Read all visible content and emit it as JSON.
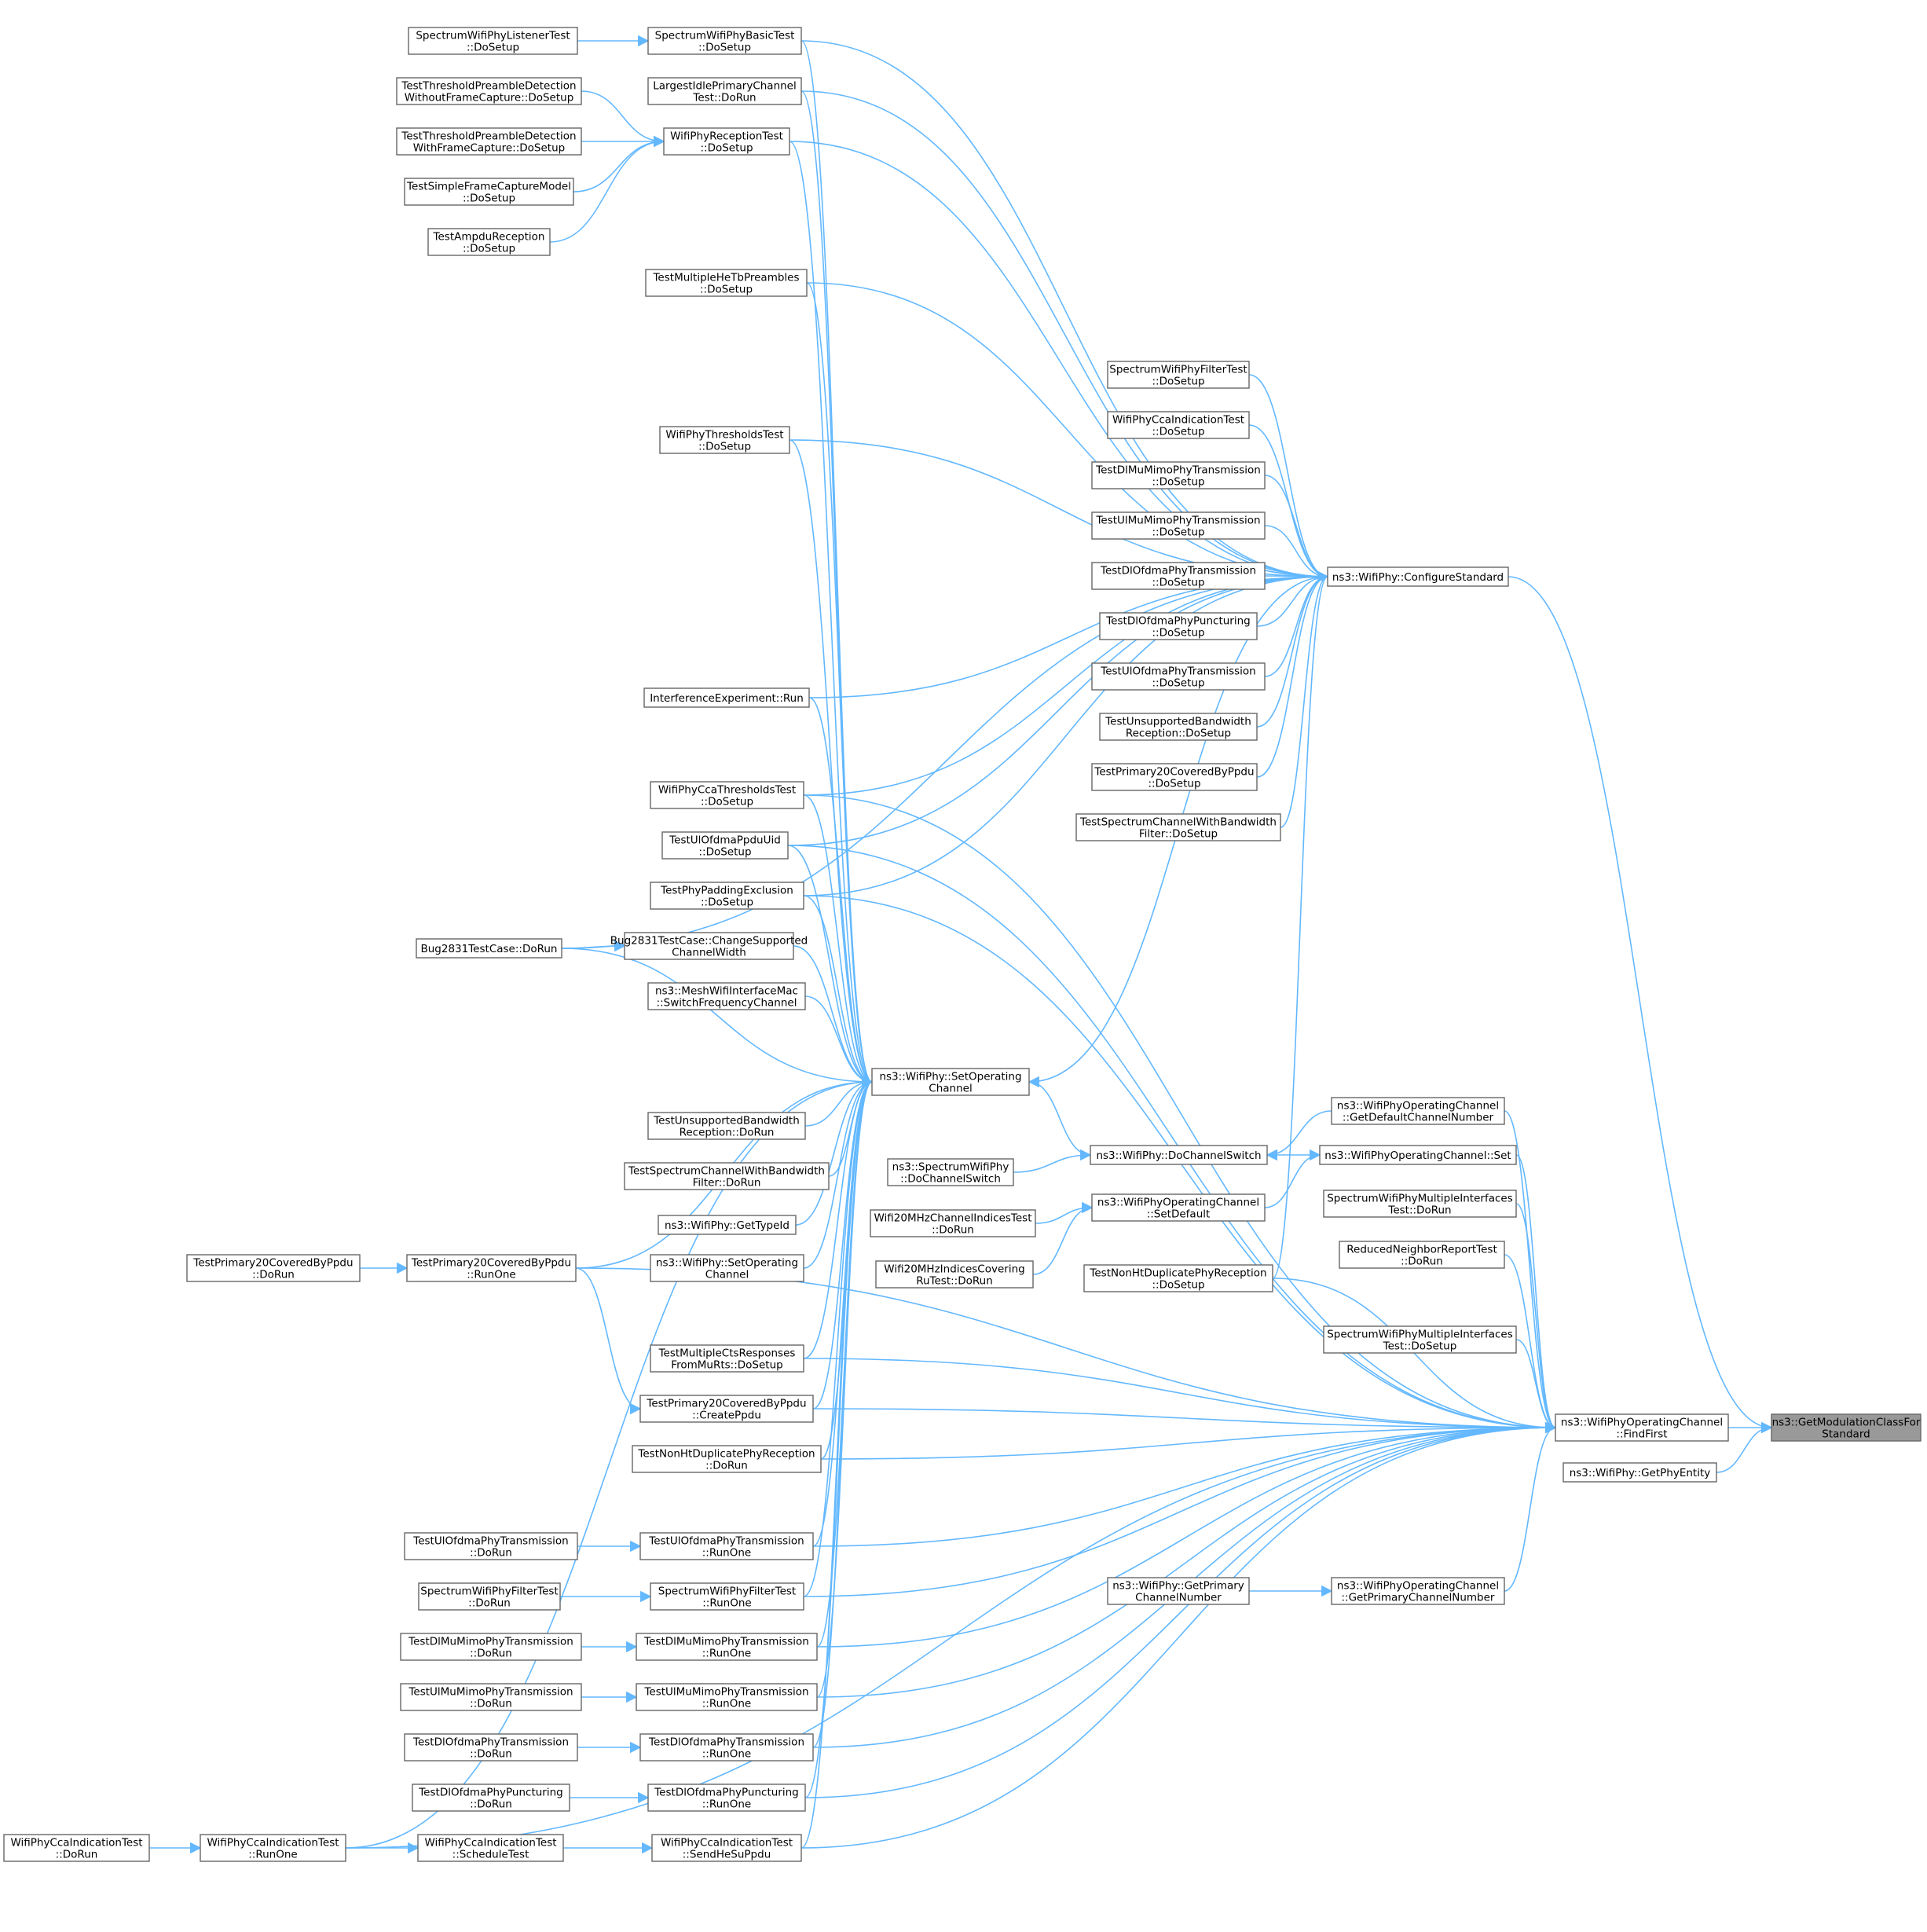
{
  "diagram": {
    "type": "caller-graph",
    "colors": {
      "edge": "#63b8ff",
      "node_border": "#666666",
      "node_fill": "#ffffff",
      "focus_fill": "#999999"
    },
    "nodes": [
      {
        "id": "gmc",
        "lines": [
          "ns3::GetModulationClassFor",
          "Standard"
        ],
        "focus": true
      },
      {
        "id": "findfirst",
        "lines": [
          "ns3::WifiPhyOperatingChannel",
          "::FindFirst"
        ]
      },
      {
        "id": "getphyentity",
        "lines": [
          "ns3::WifiPhy::GetPhyEntity"
        ]
      },
      {
        "id": "configstd",
        "lines": [
          "ns3::WifiPhy::ConfigureStandard"
        ]
      },
      {
        "id": "setop",
        "lines": [
          "ns3::WifiPhy::SetOperating",
          "Channel"
        ]
      },
      {
        "id": "dochsw",
        "lines": [
          "ns3::WifiPhy::DoChannelSwitch"
        ]
      },
      {
        "id": "getdefch",
        "lines": [
          "ns3::WifiPhyOperatingChannel",
          "::GetDefaultChannelNumber"
        ]
      },
      {
        "id": "opset",
        "lines": [
          "ns3::WifiPhyOperatingChannel::Set"
        ]
      },
      {
        "id": "setdefault",
        "lines": [
          "ns3::WifiPhyOperatingChannel",
          "::SetDefault"
        ]
      },
      {
        "id": "specdochsw",
        "lines": [
          "ns3::SpectrumWifiPhy",
          "::DoChannelSwitch"
        ]
      },
      {
        "id": "w20chidx",
        "lines": [
          "Wifi20MHzChannelIndicesTest",
          "::DoRun"
        ]
      },
      {
        "id": "w20idxru",
        "lines": [
          "Wifi20MHzIndicesCovering",
          "RuTest::DoRun"
        ]
      },
      {
        "id": "getprimch",
        "lines": [
          "ns3::WifiPhyOperatingChannel",
          "::GetPrimaryChannelNumber"
        ]
      },
      {
        "id": "phygetprim",
        "lines": [
          "ns3::WifiPhy::GetPrimary",
          "ChannelNumber"
        ]
      },
      {
        "id": "specmultirun",
        "lines": [
          "SpectrumWifiPhyMultipleInterfaces",
          "Test::DoRun"
        ]
      },
      {
        "id": "rednbr",
        "lines": [
          "ReducedNeighborReportTest",
          "::DoRun"
        ]
      },
      {
        "id": "specmultisetup",
        "lines": [
          "SpectrumWifiPhyMultipleInterfaces",
          "Test::DoSetup"
        ]
      },
      {
        "id": "nonhtdupsetup",
        "lines": [
          "TestNonHtDuplicatePhyReception",
          "::DoSetup"
        ]
      },
      {
        "id": "specfiltersetup",
        "lines": [
          "SpectrumWifiPhyFilterTest",
          "::DoSetup"
        ]
      },
      {
        "id": "ccaindsetup",
        "lines": [
          "WifiPhyCcaIndicationTest",
          "::DoSetup"
        ]
      },
      {
        "id": "dlmumimosetup",
        "lines": [
          "TestDlMuMimoPhyTransmission",
          "::DoSetup"
        ]
      },
      {
        "id": "ulmumimosetup",
        "lines": [
          "TestUlMuMimoPhyTransmission",
          "::DoSetup"
        ]
      },
      {
        "id": "dlofdmasetup",
        "lines": [
          "TestDlOfdmaPhyTransmission",
          "::DoSetup"
        ]
      },
      {
        "id": "dlpuncsetup",
        "lines": [
          "TestDlOfdmaPhyPuncturing",
          "::DoSetup"
        ]
      },
      {
        "id": "ulofdmasetup",
        "lines": [
          "TestUlOfdmaPhyTransmission",
          "::DoSetup"
        ]
      },
      {
        "id": "unsupbwsetup",
        "lines": [
          "TestUnsupportedBandwidth",
          "Reception::DoSetup"
        ]
      },
      {
        "id": "prim20setup",
        "lines": [
          "TestPrimary20CoveredByPpdu",
          "::DoSetup"
        ]
      },
      {
        "id": "specbwfiltersetup",
        "lines": [
          "TestSpectrumChannelWithBandwidth",
          "Filter::DoSetup"
        ]
      },
      {
        "id": "specbasicsetup",
        "lines": [
          "SpectrumWifiPhyBasicTest",
          "::DoSetup"
        ]
      },
      {
        "id": "speclistener",
        "lines": [
          "SpectrumWifiPhyListenerTest",
          "::DoSetup"
        ]
      },
      {
        "id": "largestidle",
        "lines": [
          "LargestIdlePrimaryChannel",
          "Test::DoRun"
        ]
      },
      {
        "id": "recvtestsetup",
        "lines": [
          "WifiPhyReceptionTest",
          "::DoSetup"
        ]
      },
      {
        "id": "thrwithout",
        "lines": [
          "TestThresholdPreambleDetection",
          "WithoutFrameCapture::DoSetup"
        ]
      },
      {
        "id": "thrwith",
        "lines": [
          "TestThresholdPreambleDetection",
          "WithFrameCapture::DoSetup"
        ]
      },
      {
        "id": "simplefc",
        "lines": [
          "TestSimpleFrameCaptureModel",
          "::DoSetup"
        ]
      },
      {
        "id": "ampdu",
        "lines": [
          "TestAmpduReception",
          "::DoSetup"
        ]
      },
      {
        "id": "multihetb",
        "lines": [
          "TestMultipleHeTbPreambles",
          "::DoSetup"
        ]
      },
      {
        "id": "thrtest",
        "lines": [
          "WifiPhyThresholdsTest",
          "::DoSetup"
        ]
      },
      {
        "id": "interf",
        "lines": [
          "InterferenceExperiment::Run"
        ]
      },
      {
        "id": "ccathr",
        "lines": [
          "WifiPhyCcaThresholdsTest",
          "::DoSetup"
        ]
      },
      {
        "id": "ulppduuid",
        "lines": [
          "TestUlOfdmaPpduUid",
          "::DoSetup"
        ]
      },
      {
        "id": "padding",
        "lines": [
          "TestPhyPaddingExclusion",
          "::DoSetup"
        ]
      },
      {
        "id": "bug2831",
        "lines": [
          "Bug2831TestCase::DoRun"
        ]
      },
      {
        "id": "bugchange",
        "lines": [
          "Bug2831TestCase::ChangeSupported",
          "ChannelWidth"
        ]
      },
      {
        "id": "meshswitch",
        "lines": [
          "ns3::MeshWifiInterfaceMac",
          "::SwitchFrequencyChannel"
        ]
      },
      {
        "id": "unsupbwrun",
        "lines": [
          "TestUnsupportedBandwidth",
          "Reception::DoRun"
        ]
      },
      {
        "id": "specbwfilterrun",
        "lines": [
          "TestSpectrumChannelWithBandwidth",
          "Filter::DoRun"
        ]
      },
      {
        "id": "gettypeid",
        "lines": [
          "ns3::WifiPhy::GetTypeId"
        ]
      },
      {
        "id": "setop2",
        "lines": [
          "ns3::WifiPhy::SetOperating",
          "Channel"
        ]
      },
      {
        "id": "multicts",
        "lines": [
          "TestMultipleCtsResponses",
          "FromMuRts::DoSetup"
        ]
      },
      {
        "id": "prim20createppdu",
        "lines": [
          "TestPrimary20CoveredByPpdu",
          "::CreatePpdu"
        ]
      },
      {
        "id": "nonhtduprun",
        "lines": [
          "TestNonHtDuplicatePhyReception",
          "::DoRun"
        ]
      },
      {
        "id": "prim20runone",
        "lines": [
          "TestPrimary20CoveredByPpdu",
          "::RunOne"
        ]
      },
      {
        "id": "prim20dorun",
        "lines": [
          "TestPrimary20CoveredByPpdu",
          "::DoRun"
        ]
      },
      {
        "id": "ulofdmarunone",
        "lines": [
          "TestUlOfdmaPhyTransmission",
          "::RunOne"
        ]
      },
      {
        "id": "ulofdmadorun",
        "lines": [
          "TestUlOfdmaPhyTransmission",
          "::DoRun"
        ]
      },
      {
        "id": "specfilterrunone",
        "lines": [
          "SpectrumWifiPhyFilterTest",
          "::RunOne"
        ]
      },
      {
        "id": "specfilterdorun",
        "lines": [
          "SpectrumWifiPhyFilterTest",
          "::DoRun"
        ]
      },
      {
        "id": "dlmumimorunone",
        "lines": [
          "TestDlMuMimoPhyTransmission",
          "::RunOne"
        ]
      },
      {
        "id": "dlmumimodorun",
        "lines": [
          "TestDlMuMimoPhyTransmission",
          "::DoRun"
        ]
      },
      {
        "id": "ulmumimorunone",
        "lines": [
          "TestUlMuMimoPhyTransmission",
          "::RunOne"
        ]
      },
      {
        "id": "ulmumimodorun",
        "lines": [
          "TestUlMuMimoPhyTransmission",
          "::DoRun"
        ]
      },
      {
        "id": "dlofdmarunone",
        "lines": [
          "TestDlOfdmaPhyTransmission",
          "::RunOne"
        ]
      },
      {
        "id": "dlofdmadorun",
        "lines": [
          "TestDlOfdmaPhyTransmission",
          "::DoRun"
        ]
      },
      {
        "id": "dlpuncrunone",
        "lines": [
          "TestDlOfdmaPhyPuncturing",
          "::RunOne"
        ]
      },
      {
        "id": "dlpuncdorun",
        "lines": [
          "TestDlOfdmaPhyPuncturing",
          "::DoRun"
        ]
      },
      {
        "id": "ccaindsend",
        "lines": [
          "WifiPhyCcaIndicationTest",
          "::SendHeSuPpdu"
        ]
      },
      {
        "id": "ccaindsched",
        "lines": [
          "WifiPhyCcaIndicationTest",
          "::ScheduleTest"
        ]
      },
      {
        "id": "ccaindrunone",
        "lines": [
          "WifiPhyCcaIndicationTest",
          "::RunOne"
        ]
      },
      {
        "id": "ccainddorun",
        "lines": [
          "WifiPhyCcaIndicationTest",
          "::DoRun"
        ]
      }
    ],
    "edges": [
      [
        "findfirst",
        "gmc"
      ],
      [
        "getphyentity",
        "gmc"
      ],
      [
        "configstd",
        "gmc"
      ],
      [
        "setop",
        "configstd"
      ],
      [
        "dochsw",
        "setop"
      ],
      [
        "getdefch",
        "dochsw"
      ],
      [
        "opset",
        "dochsw"
      ],
      [
        "specdochsw",
        "dochsw"
      ],
      [
        "setdefault",
        "opset"
      ],
      [
        "w20chidx",
        "setdefault"
      ],
      [
        "w20idxru",
        "setdefault"
      ],
      [
        "phygetprim",
        "getprimch"
      ],
      [
        "getdefch",
        "findfirst"
      ],
      [
        "opset",
        "findfirst"
      ],
      [
        "getprimch",
        "findfirst"
      ],
      [
        "specmultirun",
        "findfirst"
      ],
      [
        "rednbr",
        "findfirst"
      ],
      [
        "specmultisetup",
        "findfirst"
      ],
      [
        "nonhtdupsetup",
        "findfirst"
      ],
      [
        "nonhtdupsetup",
        "configstd"
      ],
      [
        "specfiltersetup",
        "configstd"
      ],
      [
        "ccaindsetup",
        "configstd"
      ],
      [
        "dlmumimosetup",
        "configstd"
      ],
      [
        "ulmumimosetup",
        "configstd"
      ],
      [
        "dlofdmasetup",
        "configstd"
      ],
      [
        "dlpuncsetup",
        "configstd"
      ],
      [
        "ulofdmasetup",
        "configstd"
      ],
      [
        "unsupbwsetup",
        "configstd"
      ],
      [
        "prim20setup",
        "configstd"
      ],
      [
        "specbwfiltersetup",
        "configstd"
      ],
      [
        "specbasicsetup",
        "configstd"
      ],
      [
        "largestidle",
        "configstd"
      ],
      [
        "recvtestsetup",
        "configstd"
      ],
      [
        "multihetb",
        "configstd"
      ],
      [
        "thrtest",
        "configstd"
      ],
      [
        "interf",
        "configstd"
      ],
      [
        "ccathr",
        "configstd"
      ],
      [
        "ulppduuid",
        "configstd"
      ],
      [
        "padding",
        "configstd"
      ],
      [
        "bug2831",
        "configstd"
      ],
      [
        "speclistener",
        "specbasicsetup"
      ],
      [
        "thrwithout",
        "recvtestsetup"
      ],
      [
        "thrwith",
        "recvtestsetup"
      ],
      [
        "simplefc",
        "recvtestsetup"
      ],
      [
        "ampdu",
        "recvtestsetup"
      ],
      [
        "specbasicsetup",
        "setop"
      ],
      [
        "largestidle",
        "setop"
      ],
      [
        "recvtestsetup",
        "setop"
      ],
      [
        "multihetb",
        "setop"
      ],
      [
        "thrtest",
        "setop"
      ],
      [
        "interf",
        "setop"
      ],
      [
        "ccathr",
        "setop"
      ],
      [
        "ulppduuid",
        "setop"
      ],
      [
        "padding",
        "setop"
      ],
      [
        "bugchange",
        "setop"
      ],
      [
        "bug2831",
        "setop"
      ],
      [
        "meshswitch",
        "setop"
      ],
      [
        "unsupbwrun",
        "setop"
      ],
      [
        "specbwfilterrun",
        "setop"
      ],
      [
        "gettypeid",
        "setop"
      ],
      [
        "setop2",
        "setop"
      ],
      [
        "multicts",
        "setop"
      ],
      [
        "prim20createppdu",
        "setop"
      ],
      [
        "nonhtduprun",
        "setop"
      ],
      [
        "prim20runone",
        "setop"
      ],
      [
        "ulofdmarunone",
        "setop"
      ],
      [
        "specfilterrunone",
        "setop"
      ],
      [
        "dlmumimorunone",
        "setop"
      ],
      [
        "ulmumimorunone",
        "setop"
      ],
      [
        "dlofdmarunone",
        "setop"
      ],
      [
        "dlpuncrunone",
        "setop"
      ],
      [
        "ccaindsend",
        "setop"
      ],
      [
        "ccaindrunone",
        "setop"
      ],
      [
        "bug2831",
        "bugchange"
      ],
      [
        "prim20dorun",
        "prim20runone"
      ],
      [
        "prim20runone",
        "prim20createppdu"
      ],
      [
        "ulofdmadorun",
        "ulofdmarunone"
      ],
      [
        "specfilterdorun",
        "specfilterrunone"
      ],
      [
        "dlmumimodorun",
        "dlmumimorunone"
      ],
      [
        "ulmumimodorun",
        "ulmumimorunone"
      ],
      [
        "dlofdmadorun",
        "dlofdmarunone"
      ],
      [
        "dlpuncdorun",
        "dlpuncrunone"
      ],
      [
        "ccaindsched",
        "ccaindsend"
      ],
      [
        "ccaindrunone",
        "ccaindsched"
      ],
      [
        "ccainddorun",
        "ccaindrunone"
      ],
      [
        "ccathr",
        "findfirst"
      ],
      [
        "ulppduuid",
        "findfirst"
      ],
      [
        "padding",
        "findfirst"
      ],
      [
        "multicts",
        "findfirst"
      ],
      [
        "prim20createppdu",
        "findfirst"
      ],
      [
        "nonhtduprun",
        "findfirst"
      ],
      [
        "prim20runone",
        "findfirst"
      ],
      [
        "ulofdmarunone",
        "findfirst"
      ],
      [
        "specfilterrunone",
        "findfirst"
      ],
      [
        "dlmumimorunone",
        "findfirst"
      ],
      [
        "ulmumimorunone",
        "findfirst"
      ],
      [
        "dlofdmarunone",
        "findfirst"
      ],
      [
        "dlpuncrunone",
        "findfirst"
      ],
      [
        "ccaindsend",
        "findfirst"
      ],
      [
        "ccaindrunone",
        "findfirst"
      ]
    ]
  }
}
